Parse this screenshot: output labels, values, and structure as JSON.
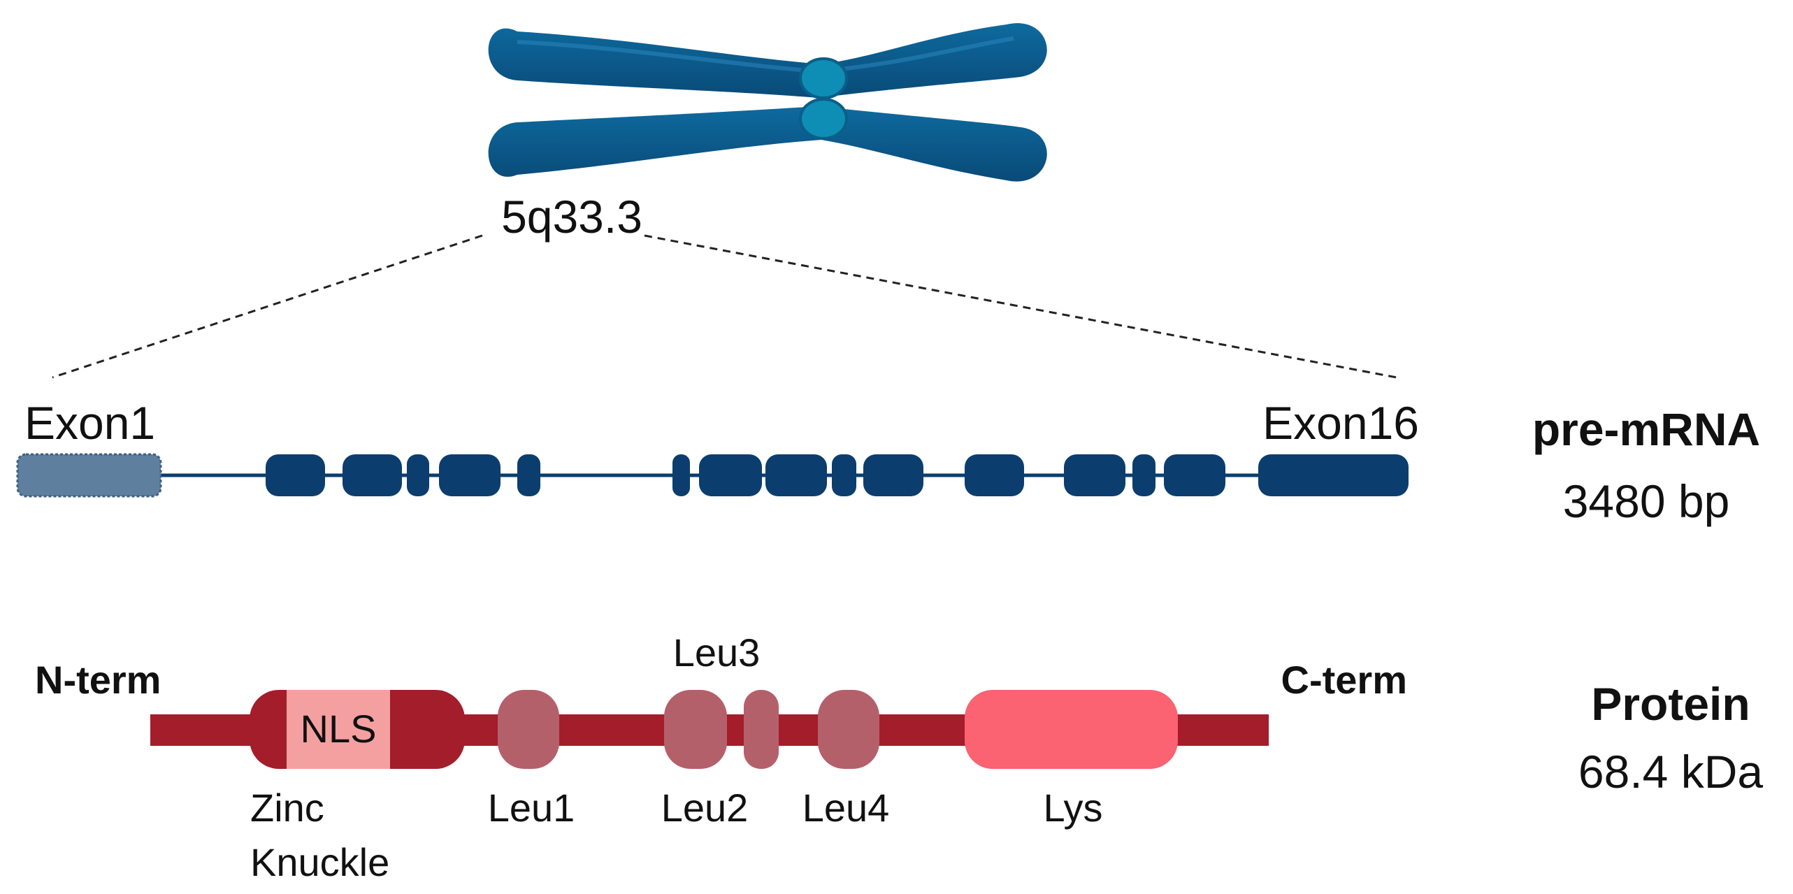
{
  "chromosome": {
    "locus": "5q33.3",
    "color": "#0b5a8a",
    "centromere_color": "#0e8db5"
  },
  "gene": {
    "title": "pre-mRNA",
    "length": "3480 bp",
    "first_exon_label": "Exon1",
    "last_exon_label": "Exon16",
    "exon_count": 16,
    "colors": {
      "exon": "#0b3e6e",
      "utr": "#5f7f9f"
    }
  },
  "protein": {
    "title": "Protein",
    "mass": "68.4 kDa",
    "n_term": "N-term",
    "c_term": "C-term",
    "domains": {
      "nls": "NLS",
      "zinc_line1": "Zinc",
      "zinc_line2": "Knuckle",
      "leu1": "Leu1",
      "leu2": "Leu2",
      "leu3": "Leu3",
      "leu4": "Leu4",
      "lys": "Lys"
    },
    "colors": {
      "backbone": "#a31d2b",
      "nls": "#f4a0a0",
      "leucine": "#b4606b",
      "lys": "#fb6272"
    }
  }
}
